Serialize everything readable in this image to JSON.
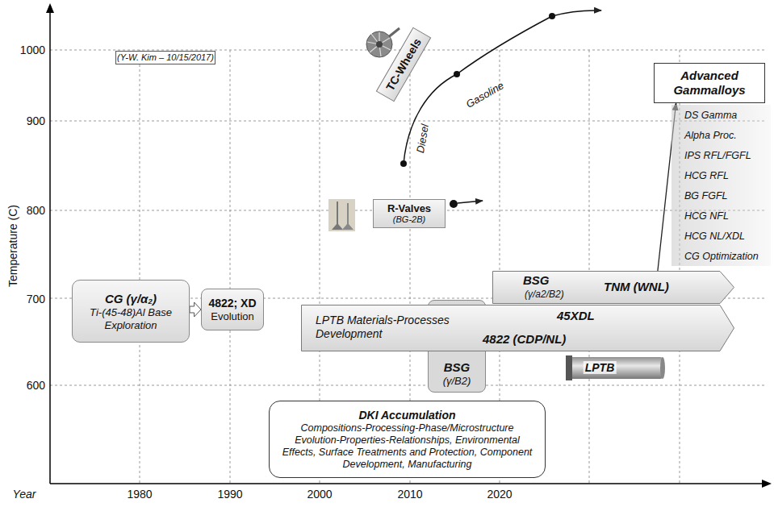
{
  "diagram": {
    "nodes": [
      {
        "text": [
          "(Y-W. Kim – 10/15/2017)"
        ]
      },
      {
        "text": [
          "TC-Wheels"
        ]
      },
      {
        "text": [
          "Advanced Gammalloys"
        ]
      },
      {
        "text": [
          "DS Gamma",
          "Alpha Proc.",
          "IPS RFL/FGFL",
          "HCG RFL",
          "BG FGFL",
          "HCG NFL",
          "HCG NL/XDL",
          "CG Optimization"
        ]
      },
      {
        "text": [
          "R-Valves",
          "(BG-2B)"
        ]
      },
      {
        "text": [
          "BSG",
          "(γ/a2/B2)",
          "TNM (WNL)"
        ]
      },
      {
        "text": [
          "CG (γ/α₂)",
          "Ti-(45-48)Al Base Exploration"
        ]
      },
      {
        "text": [
          "4822; XD",
          "Evolution"
        ]
      },
      {
        "text": [
          "LPTB Materials-Processes Development",
          "45XDL",
          "4822 (CDP/NL)"
        ]
      },
      {
        "text": [
          "BSG",
          "(γ/B2)"
        ]
      },
      {
        "text": [
          "DKI Accumulation",
          "Compositions-Processing-Phase/Microstructure Evolution-Properties-Relationships, Environmental Effects, Surface Treatments and Protection, Component Development, Manufacturing"
        ]
      }
    ],
    "edges": [
      {
        "from": 5,
        "to": 2,
        "arrow": "to"
      },
      {
        "from": 6,
        "to": 7,
        "arrow": "to"
      }
    ],
    "labels": [
      "1000",
      "900",
      "800",
      "700",
      "600",
      "Temperature (C)",
      "Year",
      "1980",
      "1990",
      "2000",
      "2010",
      "2020",
      "Gasoline",
      "Diesel",
      "LPTB"
    ]
  }
}
